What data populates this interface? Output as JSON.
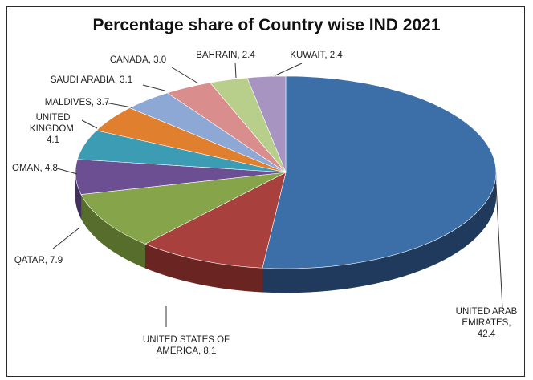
{
  "chart_data": {
    "type": "pie",
    "title": "Percentage share of Country wise IND 2021",
    "slices": [
      {
        "label_lines": [
          "UNITED ARAB",
          "EMIRATES,",
          "42.4"
        ],
        "value": 42.4,
        "color": "#3c6ea8",
        "side_color": "#1f3a5c"
      },
      {
        "label_lines": [
          "UNITED STATES OF",
          "AMERICA, 8.1"
        ],
        "value": 8.1,
        "color": "#a8403d",
        "side_color": "#6a2522"
      },
      {
        "label_lines": [
          "QATAR, 7.9"
        ],
        "value": 7.9,
        "color": "#86a54a",
        "side_color": "#566d2c"
      },
      {
        "label_lines": [
          "OMAN, 4.8"
        ],
        "value": 4.8,
        "color": "#6b4f92",
        "side_color": "#42305c"
      },
      {
        "label_lines": [
          "UNITED",
          "KINGDOM,",
          "4.1"
        ],
        "value": 4.1,
        "color": "#3c9cb4",
        "side_color": "#24616f"
      },
      {
        "label_lines": [
          "MALDIVES, 3.7"
        ],
        "value": 3.7,
        "color": "#e07f2e",
        "side_color": "#8e4e19"
      },
      {
        "label_lines": [
          "SAUDI ARABIA, 3.1"
        ],
        "value": 3.1,
        "color": "#8ea8d6",
        "side_color": "#5a6e92"
      },
      {
        "label_lines": [
          "CANADA, 3.0"
        ],
        "value": 3.0,
        "color": "#d98d8d",
        "side_color": "#905858"
      },
      {
        "label_lines": [
          "BAHRAIN, 2.4"
        ],
        "value": 2.4,
        "color": "#b7cf8b",
        "side_color": "#7a8d58"
      },
      {
        "label_lines": [
          "KUWAIT, 2.4"
        ],
        "value": 2.4,
        "color": "#a894c0",
        "side_color": "#6d5e80"
      }
    ]
  }
}
